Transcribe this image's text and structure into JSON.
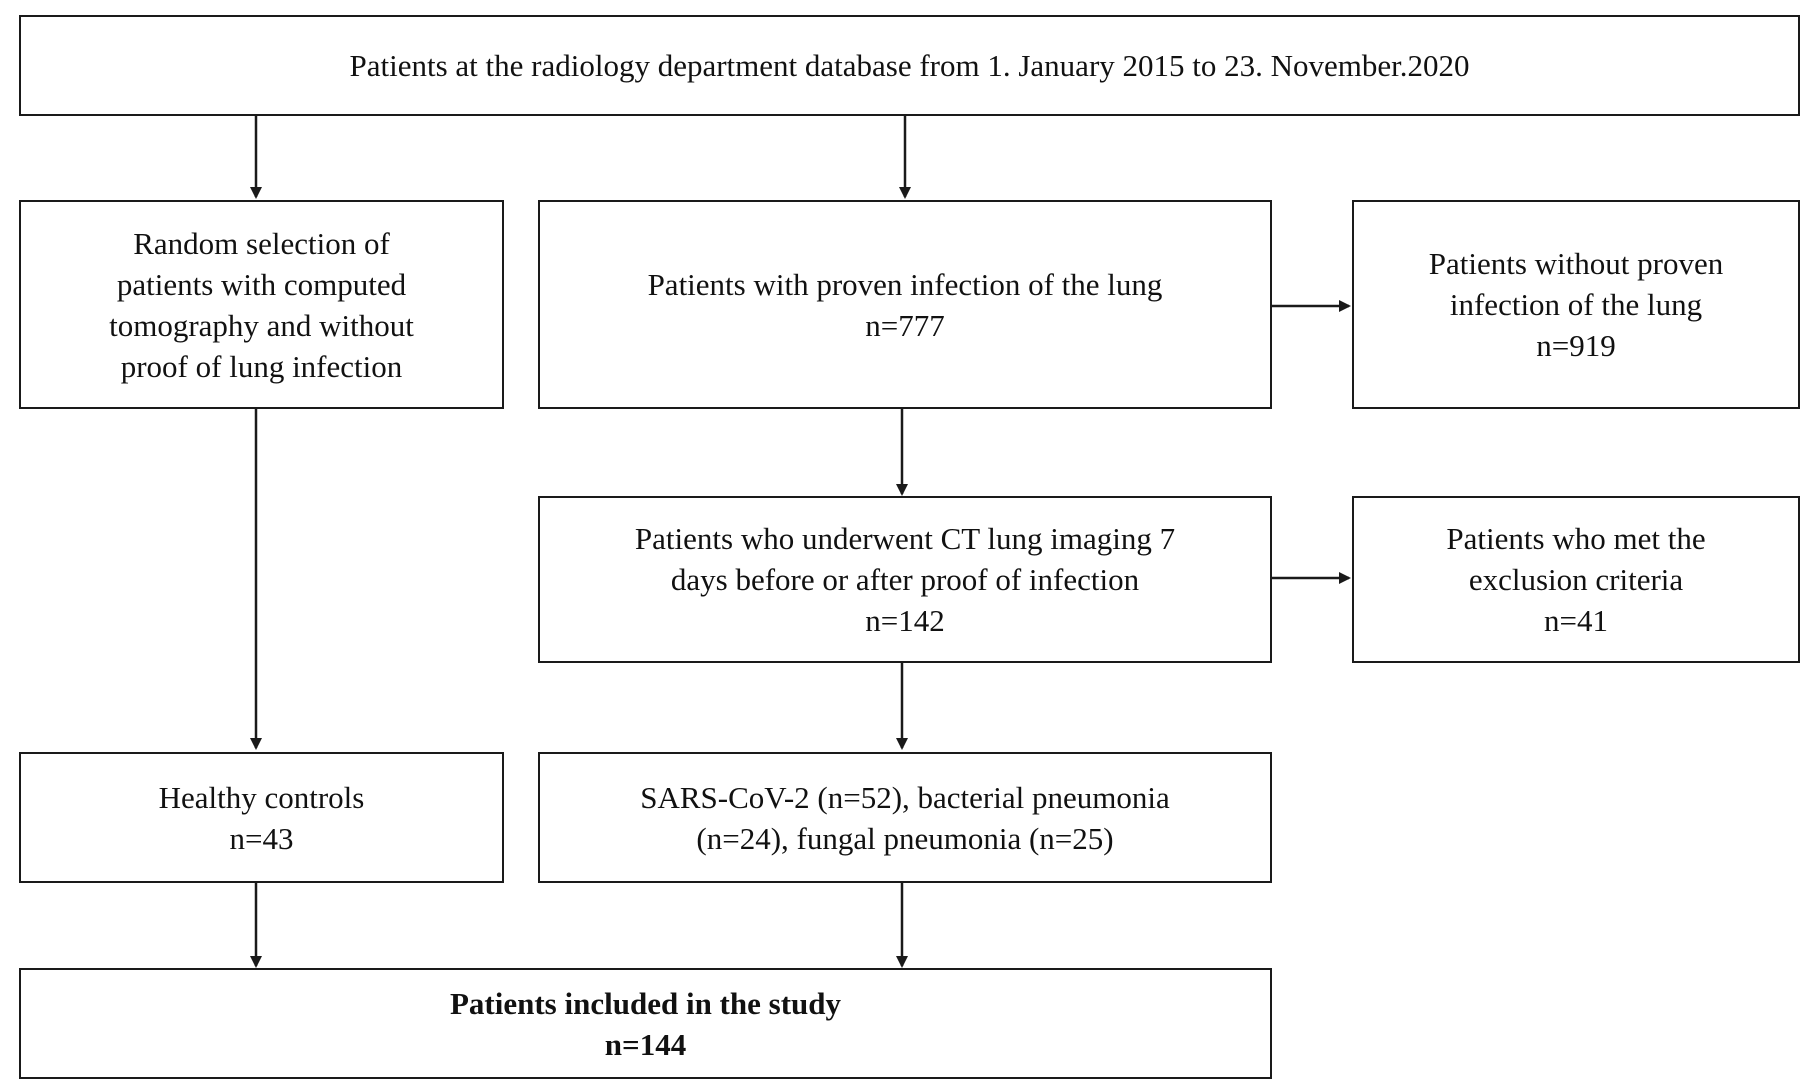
{
  "nodes": {
    "database": {
      "lines": [
        "Patients at the radiology department database from 1. January 2015 to 23. November.2020"
      ]
    },
    "random_selection": {
      "lines": [
        "Random selection of",
        "patients with computed",
        "tomography and without",
        "proof of lung infection"
      ]
    },
    "proven_infection": {
      "lines": [
        "Patients with proven infection of the lung",
        "n=777"
      ]
    },
    "without_proven": {
      "lines": [
        "Patients without proven",
        "infection of the lung",
        "n=919"
      ]
    },
    "ct_imaging": {
      "lines": [
        "Patients who underwent CT lung imaging 7",
        "days before or after proof of infection",
        "n=142"
      ]
    },
    "exclusion": {
      "lines": [
        "Patients who met the",
        "exclusion criteria",
        "n=41"
      ]
    },
    "healthy_controls": {
      "lines": [
        "Healthy controls",
        "n=43"
      ]
    },
    "pathogen_groups": {
      "lines": [
        "SARS-CoV-2 (n=52), bacterial pneumonia",
        "(n=24), fungal pneumonia (n=25)"
      ]
    },
    "included": {
      "lines": [
        "Patients included in the study",
        "n=144"
      ]
    }
  },
  "edges": [
    {
      "from": "database",
      "to": "random_selection"
    },
    {
      "from": "database",
      "to": "proven_infection"
    },
    {
      "from": "proven_infection",
      "to": "without_proven"
    },
    {
      "from": "proven_infection",
      "to": "ct_imaging"
    },
    {
      "from": "ct_imaging",
      "to": "exclusion"
    },
    {
      "from": "ct_imaging",
      "to": "pathogen_groups"
    },
    {
      "from": "random_selection",
      "to": "healthy_controls"
    },
    {
      "from": "healthy_controls",
      "to": "included"
    },
    {
      "from": "pathogen_groups",
      "to": "included"
    }
  ],
  "colors": {
    "stroke": "#1a1a1a",
    "text": "#111111",
    "background": "#ffffff"
  }
}
